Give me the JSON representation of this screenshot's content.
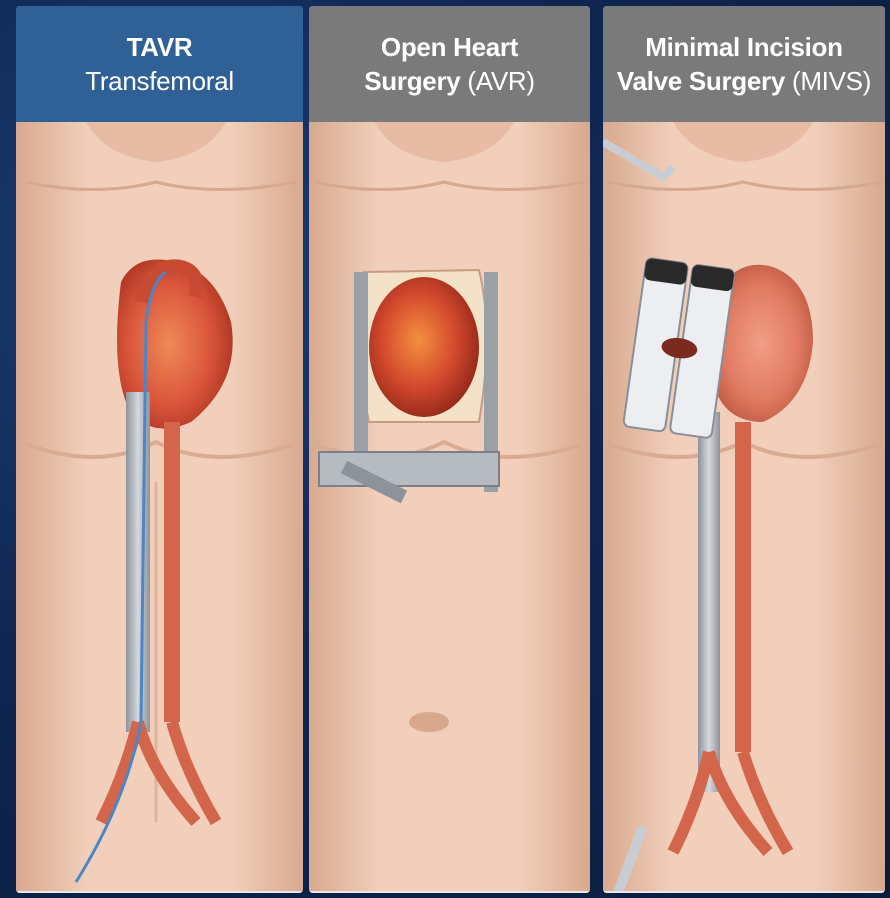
{
  "panels": [
    {
      "id": "tavr",
      "header_bold": "TAVR",
      "header_light": "Transfemoral",
      "header_color": "#2f6197",
      "illustration": "torso-transfemoral-catheter-heart"
    },
    {
      "id": "avr",
      "header_line1_bold": "Open Heart",
      "header_line2_bold": "Surgery",
      "header_line2_light": "(AVR)",
      "header_color": "#7a7a7a",
      "illustration": "torso-open-chest-retractor-heart"
    },
    {
      "id": "mivs",
      "header_line1_bold": "Minimal Incision",
      "header_line2_bold": "Valve Surgery",
      "header_line2_light": "(MIVS)",
      "header_color": "#7a7a7a",
      "illustration": "torso-mini-incision-retractor-cannula"
    }
  ],
  "colors": {
    "skin": "#f2d2bf",
    "skin_shadow": "#d9ad95",
    "heart": "#d9553b",
    "vessel_red": "#d2654a",
    "vessel_gray": "#a9adb4",
    "catheter_blue": "#4d86c6",
    "background": "#0d2449"
  }
}
